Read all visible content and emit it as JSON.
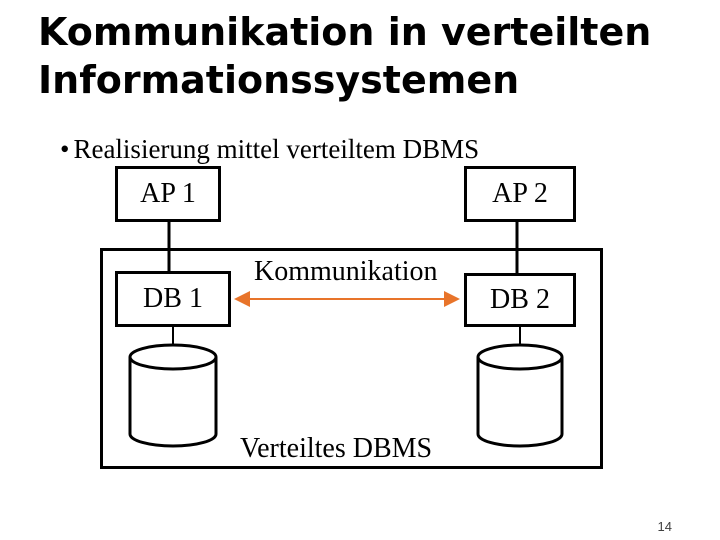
{
  "title": {
    "line1": "Kommunikation in verteilten",
    "line2": "Informationssystemen"
  },
  "bullet": {
    "symbol": "•",
    "text": "Realisierung mittel verteiltem DBMS"
  },
  "diagram": {
    "ap1_label": "AP 1",
    "ap2_label": "AP 2",
    "db1_label": "DB 1",
    "db2_label": "DB 2",
    "communication_label": "Kommunikation",
    "system_label": "Verteiltes DBMS",
    "arrow_color": "#E8742A"
  },
  "page_number": "14"
}
